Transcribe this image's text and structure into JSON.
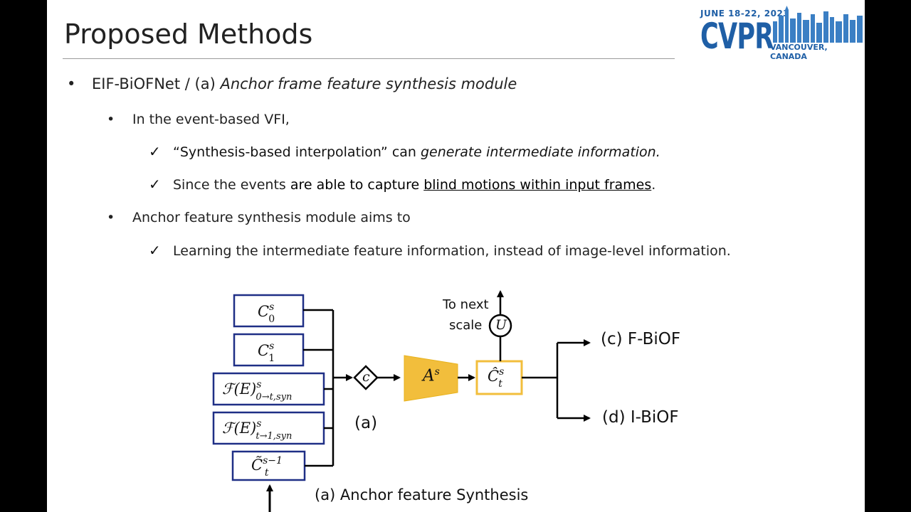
{
  "slide": {
    "title": "Proposed Methods",
    "logo": {
      "date": "JUNE 18-22, 2023",
      "name": "CVPR",
      "place": "VANCOUVER, CANADA"
    },
    "bullets": {
      "b1_prefix": "EIF-BiOFNet / (a) ",
      "b1_italic": "Anchor frame feature synthesis module",
      "b2": "In the event-based VFI,",
      "c1_prefix": "“Synthesis-based interpolation” can ",
      "c1_italic": "generate intermediate information.",
      "c2_prefix": "Since the events ",
      "c2_mid": "are able to capture ",
      "c2_under": "blind motions within input frames",
      "c2_end": ".",
      "b3": "Anchor feature synthesis module aims to",
      "c3": "Learning the intermediate feature information, instead of image-level information."
    },
    "diagram": {
      "to_next_1": "To next",
      "to_next_2": "scale",
      "upsample": "U",
      "concat": "c",
      "a_label": "(a)",
      "caption": "(a) Anchor feature Synthesis",
      "f_biof": "(c) F-BiOF",
      "i_biof": "(d) I-BiOF",
      "anchor_net": "A",
      "anchor_sup": "s",
      "colors": {
        "navy": "#1f2f86",
        "gold": "#f2be3c",
        "gold_edge": "#e8b21c"
      }
    }
  }
}
